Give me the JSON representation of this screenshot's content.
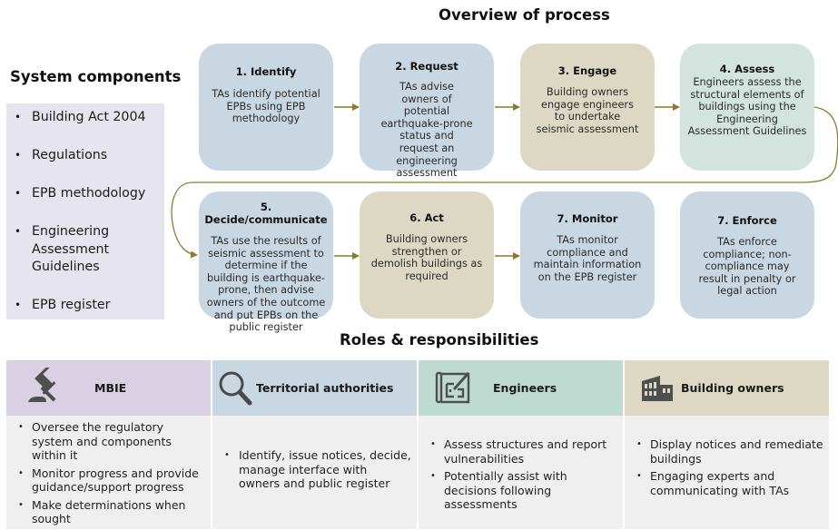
{
  "overview_title": "Overview of process",
  "system_components": {
    "title": "System components",
    "items": [
      "Building Act 2004",
      "Regulations",
      "EPB methodology",
      "Engineering Assessment Guidelines",
      "EPB register"
    ]
  },
  "steps": [
    {
      "title": "1. Identify",
      "description": "TAs identify potential EPBs using EPB methodology",
      "color": "#c9d7e3"
    },
    {
      "title": "2. Request",
      "description": "TAs advise owners of potential earthquake-prone status and request an engineering assessment",
      "color": "#c9d7e3"
    },
    {
      "title": "3. Engage",
      "description": "Building owners engage engineers to undertake seismic assessment",
      "color": "#ddd8c3"
    },
    {
      "title": "4. Assess",
      "description": "Engineers assess the structural elements of buildings using the Engineering Assessment Guidelines",
      "color": "#d3e4de"
    },
    {
      "title": "5. Decide/communicate",
      "description": "TAs use the results of seismic assessment to determine if the building is earthquake-prone, then advise owners of the outcome and put EPBs on the public register",
      "color": "#c9d7e3"
    },
    {
      "title": "6. Act",
      "description": "Building owners strengthen or demolish buildings as required",
      "color": "#ddd8c3"
    },
    {
      "title": "7. Monitor",
      "description": "TAs monitor compliance and maintain information on the EPB register",
      "color": "#c9d7e3"
    },
    {
      "title": "7. Enforce",
      "description": "TAs enforce compliance; non-compliance may result in penalty or legal action",
      "color": "#c9d7e3"
    }
  ],
  "connector_color": "#8a7a2e",
  "roles": {
    "title": "Roles & responsibilities",
    "columns": [
      {
        "name": "MBIE",
        "icon": "gavel-icon",
        "header_color": "#d9d0e3",
        "items": [
          "Oversee the regulatory system and components within it",
          "Monitor progress and provide guidance/support progress",
          "Make determinations when sought"
        ]
      },
      {
        "name": "Territorial authorities",
        "icon": "magnifier-icon",
        "header_color": "#c9d7e3",
        "items": [
          "Identify, issue notices, decide, manage interface with owners and public register"
        ]
      },
      {
        "name": "Engineers",
        "icon": "blueprint-icon",
        "header_color": "#bedbd1",
        "items": [
          "Assess structures and report vulnerabilities",
          "Potentially assist with decisions following assessments"
        ]
      },
      {
        "name": "Building owners",
        "icon": "building-icon",
        "header_color": "#ddd8c3",
        "items": [
          "Display notices and remediate buildings",
          "Engaging experts and communicating with TAs"
        ]
      }
    ]
  }
}
